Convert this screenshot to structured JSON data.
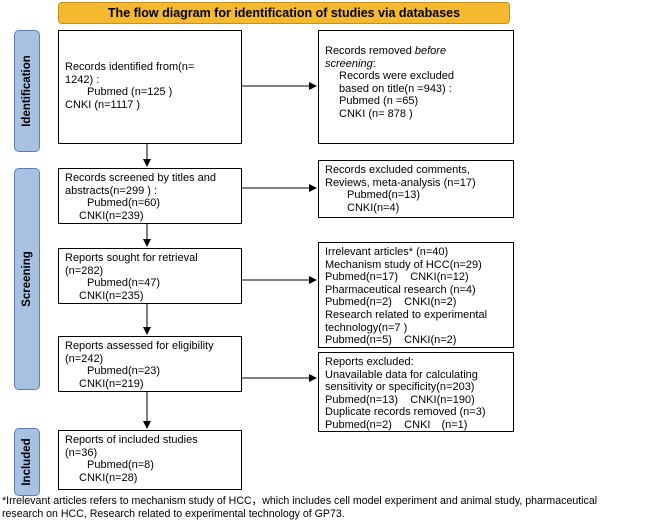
{
  "title": "The flow diagram for identification of studies via databases",
  "phases": {
    "identification": "Identification",
    "screening": "Screening",
    "included": "Included"
  },
  "identified": {
    "line1": "Records identified from(n=",
    "line2": "1242) :",
    "pubmed": "Pubmed (n=125 )",
    "cnki": "CNKI (n=1117 )"
  },
  "removed": {
    "prefix": "Records removed ",
    "prefix_italic": "before",
    "line2": "screening",
    "line2_suffix": ":",
    "line3": "Records were excluded",
    "line4": "based on title(n =943) :",
    "pubmed": "Pubmed (n =65)",
    "cnki": "CNKI (n= 878 )"
  },
  "screened": {
    "line1": "Records screened by titles and",
    "line2": "abstracts(n=299 ) :",
    "pubmed": "Pubmed(n=60)",
    "cnki": "CNKI(n=239)"
  },
  "excluded_comments": {
    "line1": "Records excluded comments,",
    "line2": "Reviews, meta-analysis (n=17)",
    "pubmed": "Pubmed(n=13)",
    "cnki": "CNKI(n=4)"
  },
  "sought": {
    "line1": "Reports sought for retrieval",
    "line2": "(n=282)",
    "pubmed": "Pubmed(n=47)",
    "cnki": "CNKI(n=235)"
  },
  "irrelevant": {
    "l1": "Irrelevant articles* (n=40)",
    "l2": "Mechanism study of HCC(n=29)",
    "l3": "Pubmed(n=17)    CNKI(n=12)",
    "l4": "Pharmaceutical research (n=4)",
    "l5": "Pubmed(n=2)    CNKI(n=2)",
    "l6": "Research related to experimental",
    "l7": "technology(n=7 )",
    "l8": "Pubmed(n=5)    CNKI(n=2)"
  },
  "assessed": {
    "line1": "Reports assessed for eligibility",
    "line2": "(n=242)",
    "pubmed": "Pubmed(n=23)",
    "cnki": "CNKI(n=219)"
  },
  "reports_excluded": {
    "l1": "Reports excluded:",
    "l2": "Unavailable data for calculating",
    "l3": "sensitivity or specificity(n=203)",
    "l4": "Pubmed(n=13)    CNKI(n=190)",
    "l5": "Duplicate records removed (n=3)",
    "l6": "Pubmed(n=2)    CNKI　(n=1)"
  },
  "included_box": {
    "line1": "Reports of included studies",
    "line2": "(n=36)",
    "pubmed": "Pubmed(n=8)",
    "cnki": "CNKI(n=28)"
  },
  "footnote": {
    "line1": "*Irrelevant articles refers to mechanism study of HCC，which includes cell model experiment and animal study, pharmaceutical",
    "line2": "research on HCC, Research related to experimental technology of GP73."
  },
  "colors": {
    "title_fill": "#f4b92e",
    "phase_fill": "#a9c1e0"
  }
}
